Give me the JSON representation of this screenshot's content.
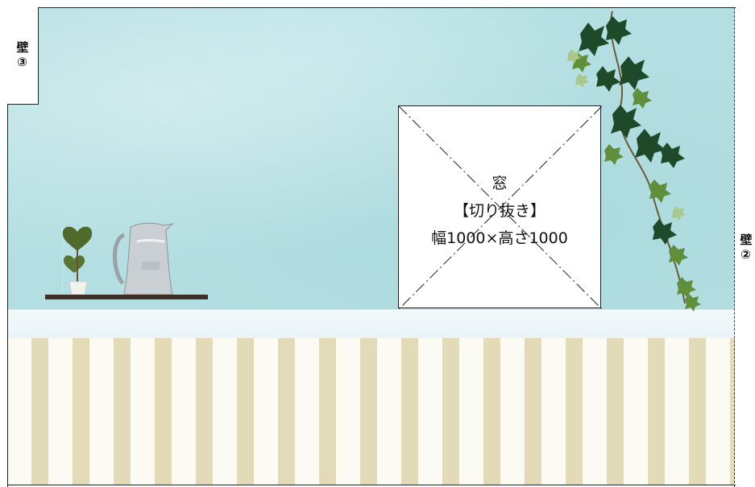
{
  "walls": {
    "left_label": "壁③",
    "right_label": "壁②"
  },
  "window": {
    "line1": "窓",
    "line2": "【切り抜き】",
    "line3": "幅1000×高さ1000"
  },
  "decorations": {
    "shelf": "shelf",
    "pitcher": "pitcher",
    "plant": "topiary-plant",
    "ivy": "ivy-vine"
  },
  "colors": {
    "wall_upper": "#b4dfe2",
    "stripe_light": "#fbfaf3",
    "stripe_dark": "#e3dab7",
    "shelf": "#3f2f26"
  }
}
